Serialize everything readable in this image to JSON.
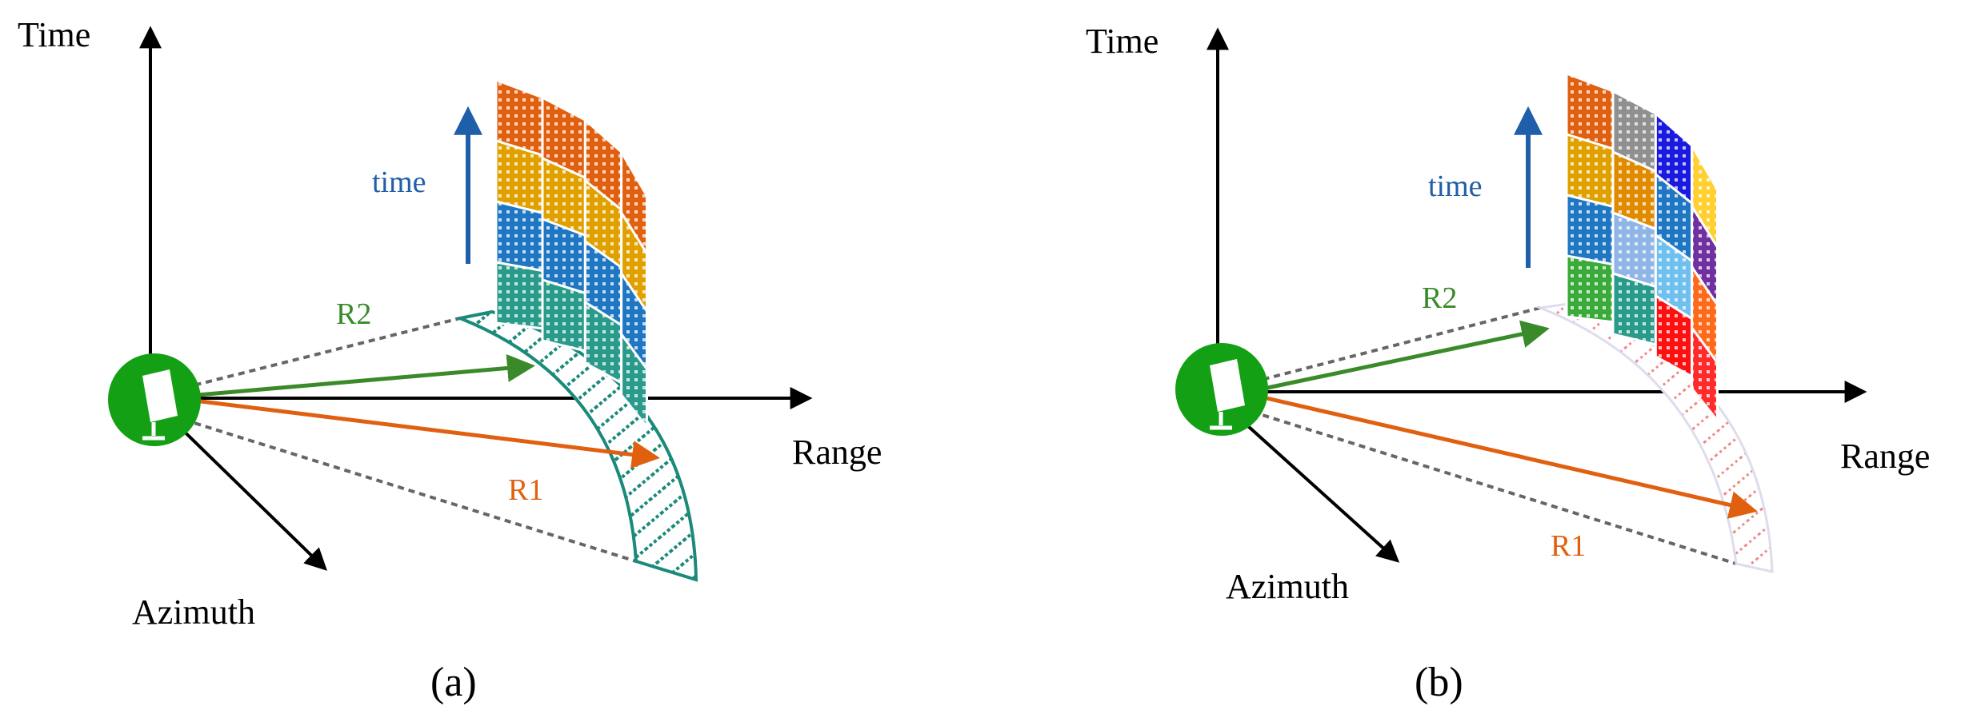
{
  "panels": [
    {
      "id": "a",
      "caption": "(a)",
      "axes": {
        "time": "Time",
        "range": "Range",
        "azimuth": "Azimuth"
      },
      "time_arrow_label": "time",
      "rays": {
        "r1": "R1",
        "r2": "R2"
      },
      "grid_colors": [
        "#2a9a8a",
        "#1f77c4",
        "#e0a000",
        "#e06010"
      ]
    },
    {
      "id": "b",
      "caption": "(b)",
      "axes": {
        "time": "Time",
        "range": "Range",
        "azimuth": "Azimuth"
      },
      "time_arrow_label": "time",
      "rays": {
        "r1": "R1",
        "r2": "R2"
      },
      "grid_colors": [
        [
          "#3aaa3a",
          "#2a9a8a",
          "#ff1010",
          "#ff2a2a"
        ],
        [
          "#1f77c4",
          "#8fb4e6",
          "#6fc0ee",
          "#ff6a1a"
        ],
        [
          "#e0a000",
          "#e08a00",
          "#1f77c4",
          "#7030a0"
        ],
        [
          "#e06010",
          "#909090",
          "#1a1ae0",
          "#ffd030"
        ]
      ]
    }
  ],
  "colors": {
    "axis": "#000000",
    "time_arrow": "#1f5ea8",
    "r1": "#e06010",
    "r2": "#3a8a2a",
    "dashed": "#666666",
    "radar": "#14a014",
    "footprint": "#1a8a7a"
  }
}
